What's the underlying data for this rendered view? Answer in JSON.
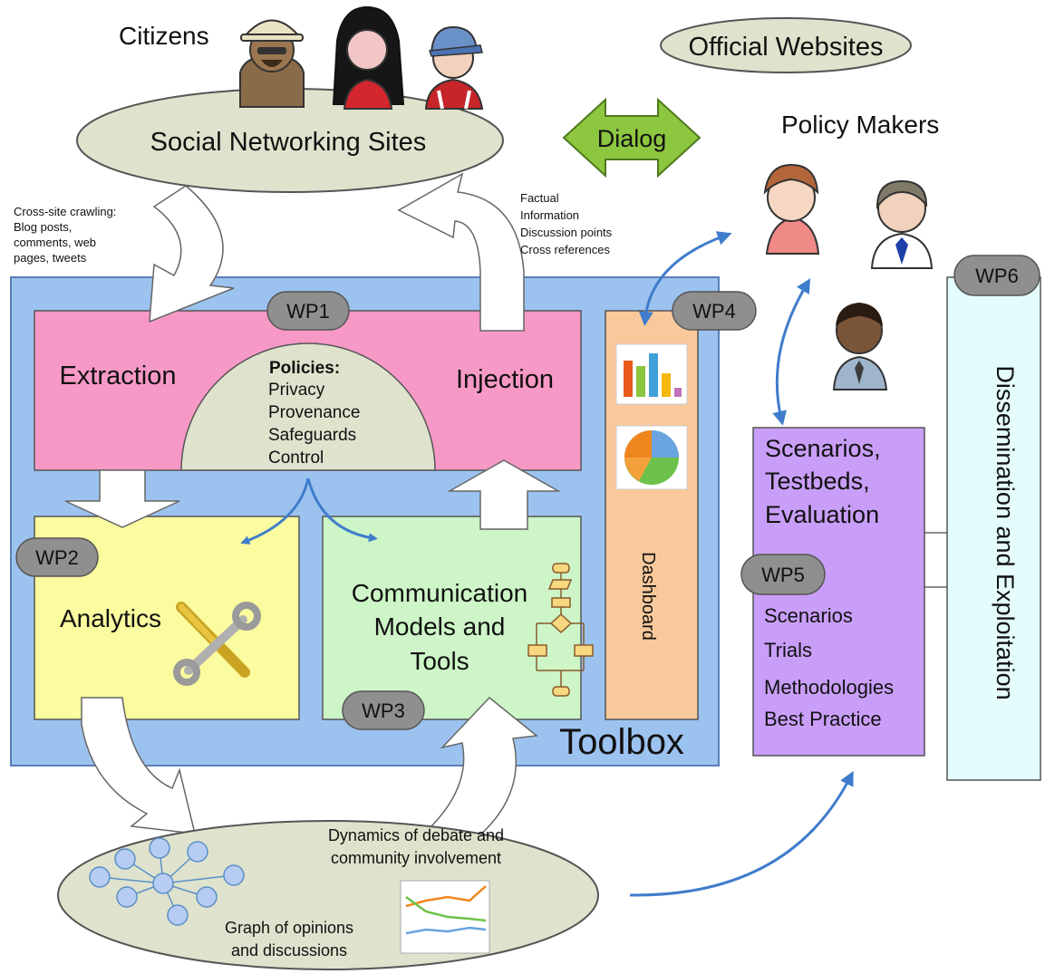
{
  "actors": {
    "citizens": "Citizens",
    "policy_makers": "Policy Makers"
  },
  "sources": {
    "social_networking_sites": "Social Networking Sites",
    "official_websites": "Official Websites"
  },
  "dialog": "Dialog",
  "crawl_note": [
    "Cross-site crawling:",
    "Blog posts,",
    "comments, web",
    "pages, tweets"
  ],
  "inject_note": [
    "Factual",
    "Information",
    "Discussion points",
    "Cross references"
  ],
  "toolbox": {
    "label": "Toolbox",
    "extraction": "Extraction",
    "injection": "Injection",
    "policies": {
      "title": "Policies:",
      "items": [
        "Privacy",
        "Provenance",
        "Safeguards",
        "Control"
      ]
    },
    "analytics": "Analytics",
    "communication": [
      "Communication",
      "Models and",
      "Tools"
    ],
    "dashboard": "Dashboard"
  },
  "work_packages": {
    "wp1": "WP1",
    "wp2": "WP2",
    "wp3": "WP3",
    "wp4": "WP4",
    "wp5": "WP5",
    "wp6": "WP6"
  },
  "scenarios": {
    "title": [
      "Scenarios,",
      "Testbeds,",
      "Evaluation"
    ],
    "items": [
      "Scenarios",
      "Trials",
      "Methodologies",
      "Best Practice"
    ]
  },
  "dissemination": "Dissemination and Exploitation",
  "bottom": {
    "dynamics": [
      "Dynamics of debate and",
      "community involvement"
    ],
    "graph": [
      "Graph of opinions",
      "and discussions"
    ]
  },
  "colors": {
    "toolbox_bg": "#9cc3ef",
    "extraction_bg": "#f799c6",
    "analytics_bg": "#fbfb9f",
    "communication_bg": "#cdf5c7",
    "dashboard_bg": "#f9c99b",
    "scenarios_bg": "#c99ef8",
    "dissemination_bg": "#e4fcfc",
    "ellipse_bg": "#dfe3cd",
    "dialog_green": "#8dc63f",
    "wp_badge": "#8f8f8f",
    "connector_blue": "#3f7ccc"
  }
}
